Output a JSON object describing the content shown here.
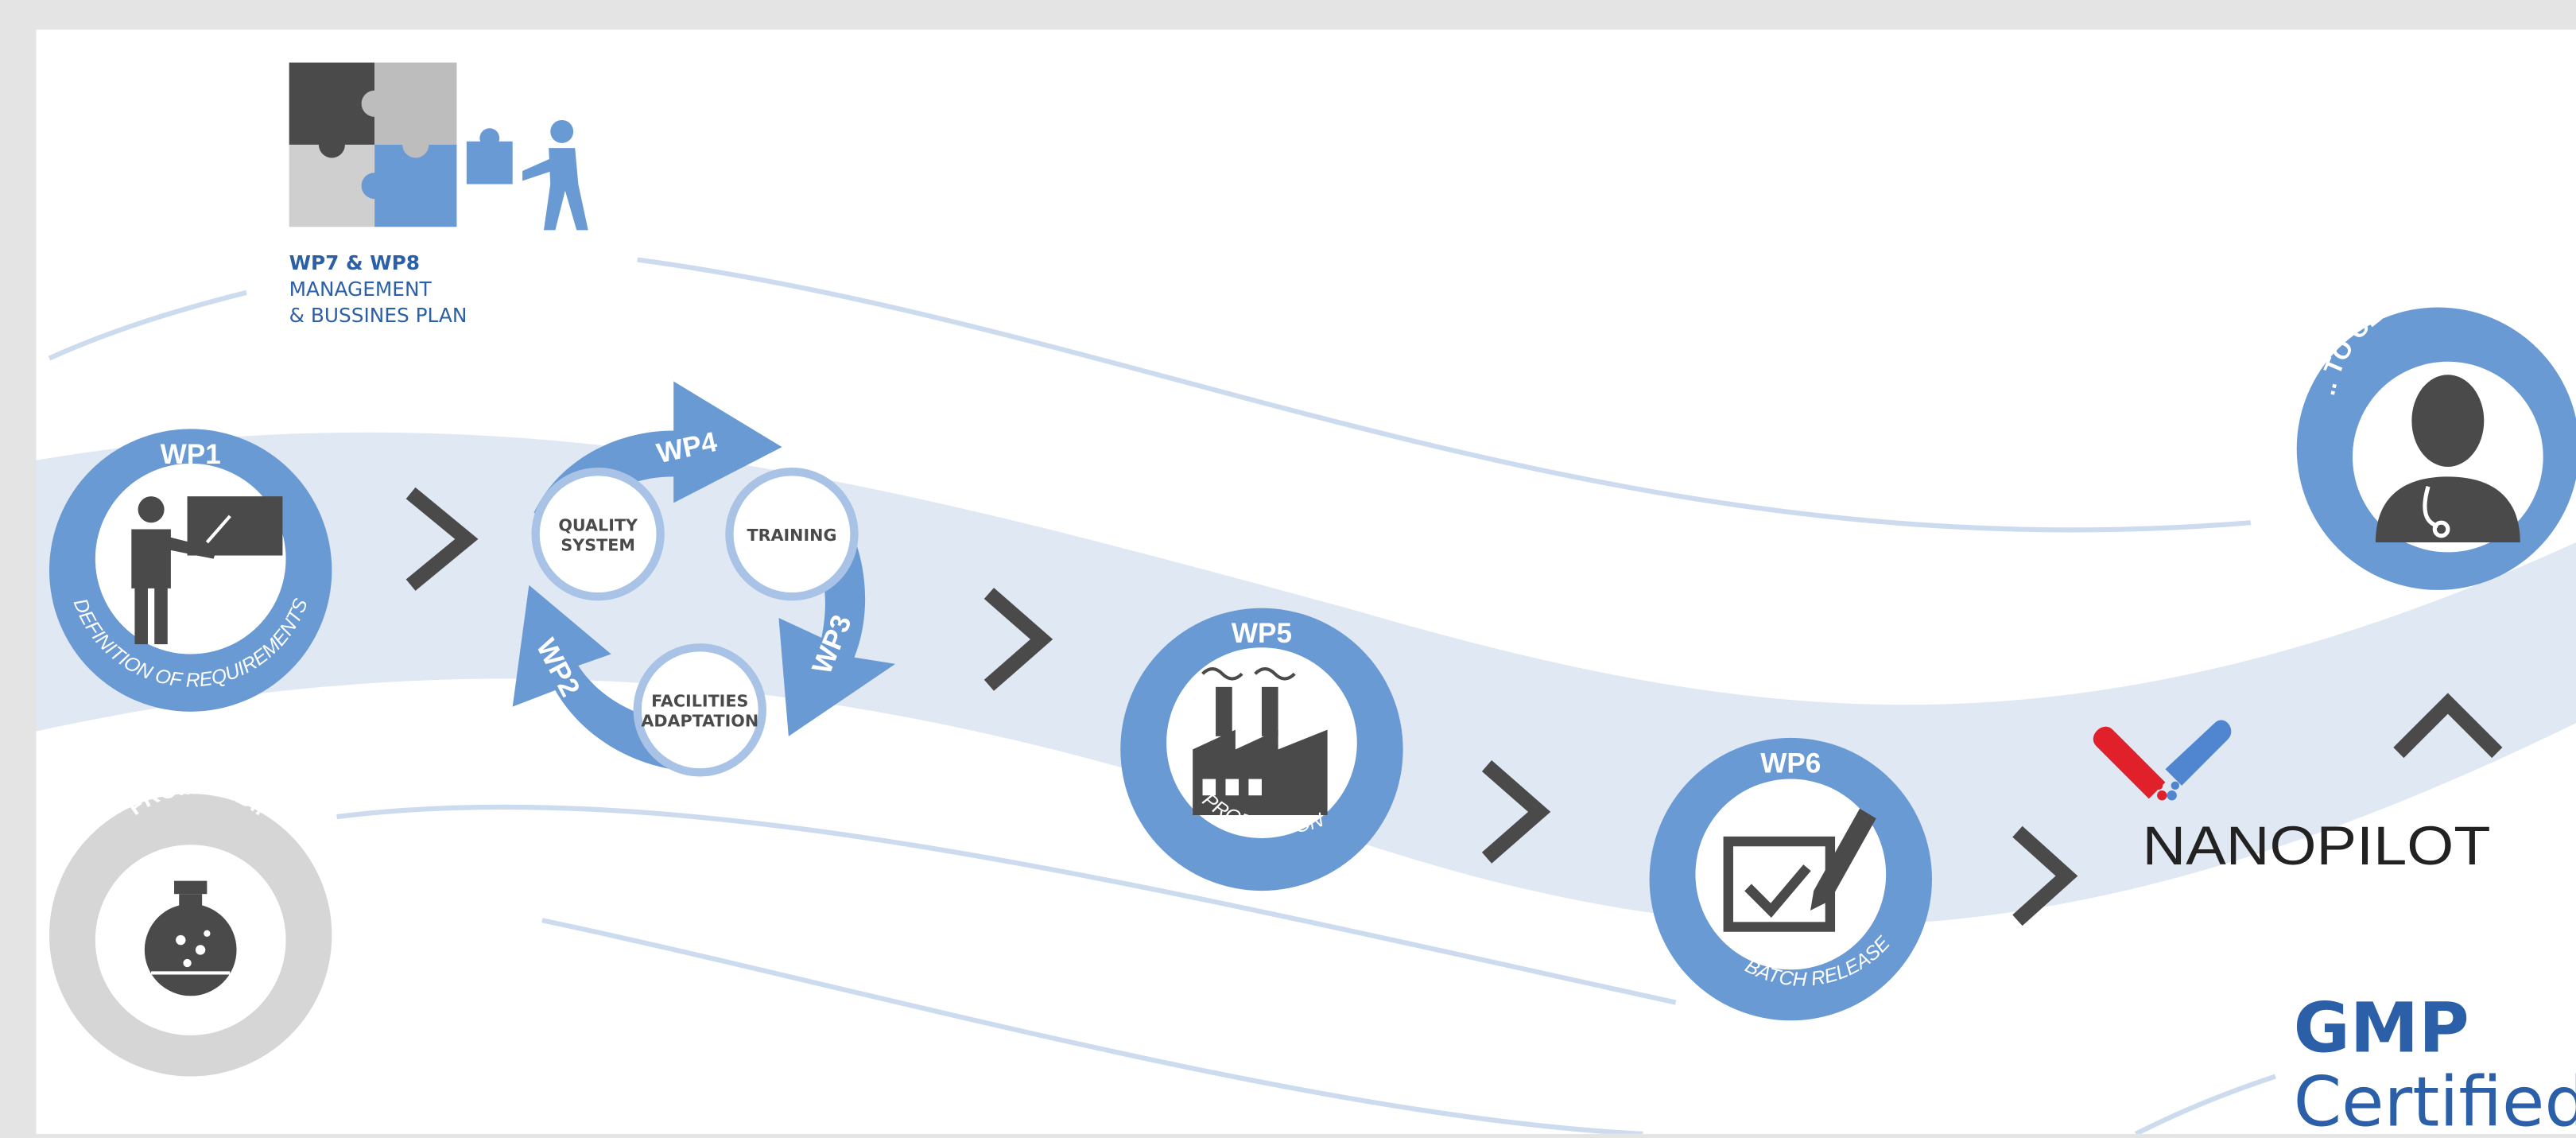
{
  "colors": {
    "page_bg": "#e4e4e4",
    "canvas_bg": "#ffffff",
    "brand_blue": "#6a9ad4",
    "band_blue": "#e0e8f4",
    "line_blue": "#cddbee",
    "dark_grey": "#4a4a4a",
    "light_grey": "#d6d6d6",
    "mid_grey": "#c2c2c2",
    "logo_red": "#e0202a",
    "logo_blue": "#4f86cf"
  },
  "management": {
    "wp_label": "WP7 & WP8",
    "line1": "MANAGEMENT",
    "line2": "& BUSSINES PLAN",
    "icon": "puzzle-person-icon"
  },
  "steps": {
    "from_lab": {
      "label": "FROM LAB..",
      "icon": "flask-icon"
    },
    "wp1": {
      "wp": "WP1",
      "label": "DEFINITION OF REQUIREMENTS",
      "icon": "teacher-board-icon"
    },
    "cycle": {
      "wp4": "WP4",
      "wp3": "WP3",
      "wp2": "WP2",
      "quality_line1": "QUALITY",
      "quality_line2": "SYSTEM",
      "training": "TRAINING",
      "facilities_line1": "FACILITIES",
      "facilities_line2": "ADAPTATION"
    },
    "wp5": {
      "wp": "WP5",
      "label": "PRODUCTION",
      "icon": "factory-icon"
    },
    "wp6": {
      "wp": "WP6",
      "label": "BATCH RELEASE",
      "icon": "checklist-pen-icon"
    },
    "clinical": {
      "label": ".. TO CLINICAL TRIALS",
      "icon": "doctor-icon"
    }
  },
  "brand": {
    "name": "NANOPILOT",
    "icon": "nanopilot-logo-icon"
  },
  "gmp": {
    "line1": "GMP",
    "line2": "Certified"
  }
}
